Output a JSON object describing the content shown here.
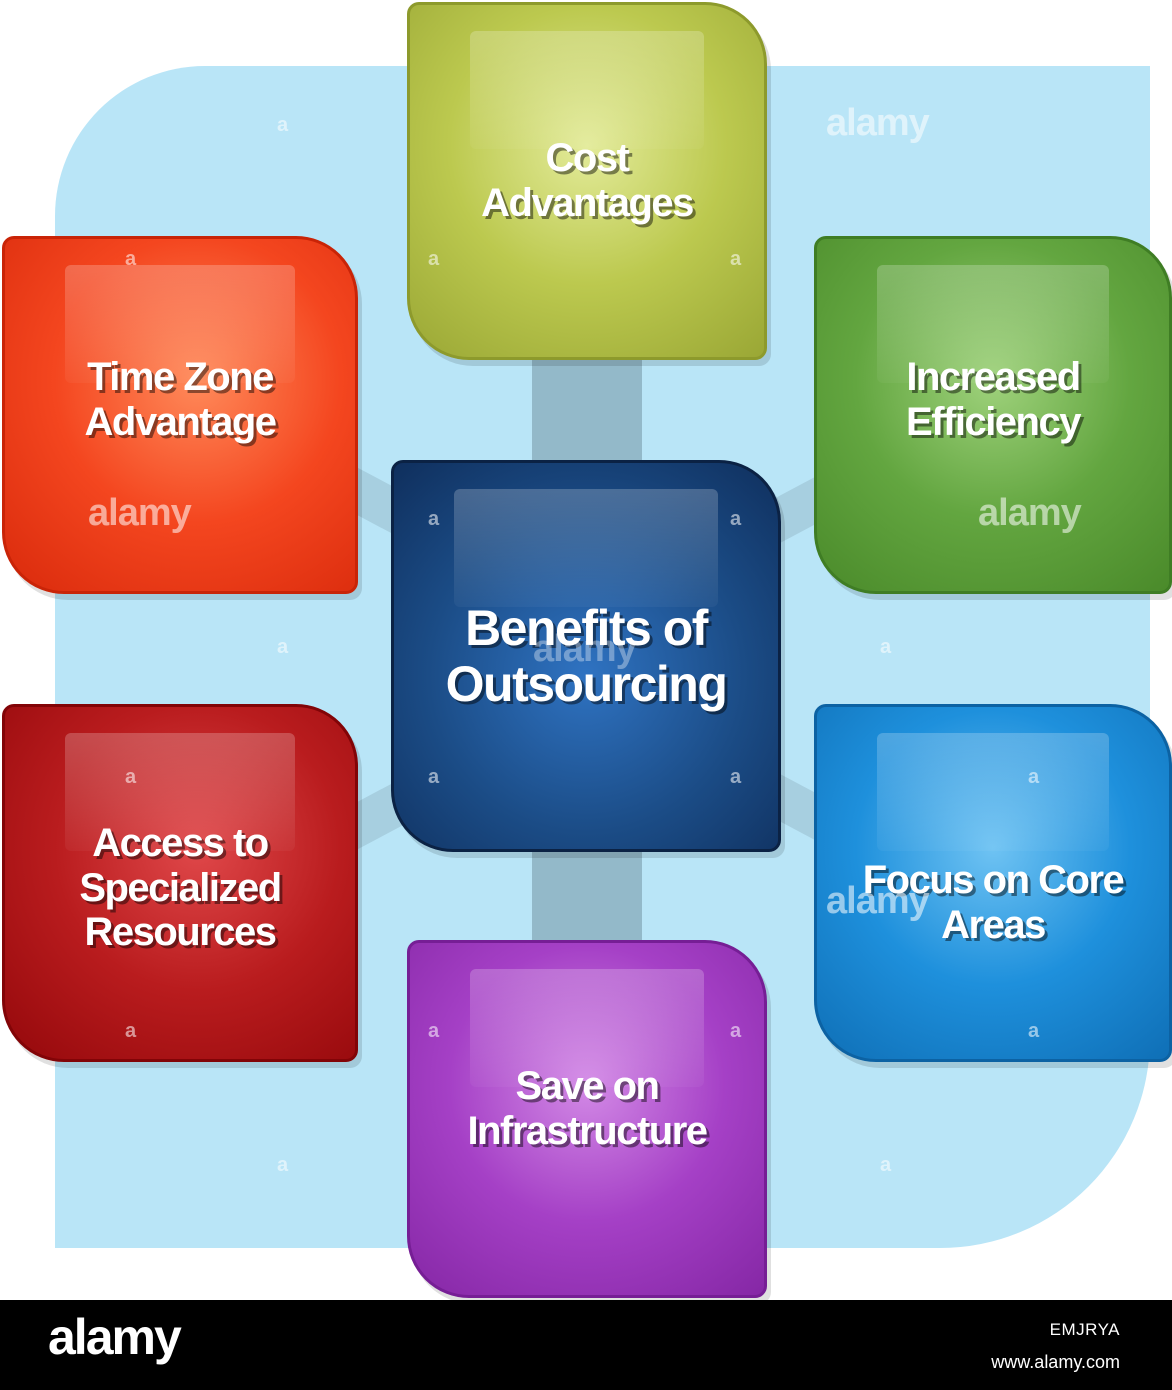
{
  "diagram": {
    "center": {
      "label_line1": "Benefits of",
      "label_line2": "Outsourcing",
      "color": "#1b4c86"
    },
    "nodes": [
      {
        "id": "cost-advantages",
        "line1": "Cost",
        "line2": "Advantages",
        "color": "#b8c54a"
      },
      {
        "id": "increased-efficiency",
        "line1": "Increased",
        "line2": "Efficiency",
        "color": "#5b9d3a"
      },
      {
        "id": "focus-core-areas",
        "line1": "Focus on Core",
        "line2": "Areas",
        "color": "#1a8ad4"
      },
      {
        "id": "save-infrastructure",
        "line1": "Save on",
        "line2": "Infrastructure",
        "color": "#a13ec3"
      },
      {
        "id": "access-specialized",
        "line1": "Access to",
        "line2": "Specialized",
        "line3": "Resources",
        "color": "#b3171a"
      },
      {
        "id": "time-zone",
        "line1": "Time Zone",
        "line2": "Advantage",
        "color": "#f2381a"
      }
    ],
    "background_color": "#b9e5f7",
    "connector_color": "#93b9c9"
  },
  "watermark": {
    "text": "alamy",
    "letter": "a"
  },
  "footer": {
    "logo": "alamy",
    "image_id": "EMJRYA",
    "site": "www.alamy.com"
  }
}
